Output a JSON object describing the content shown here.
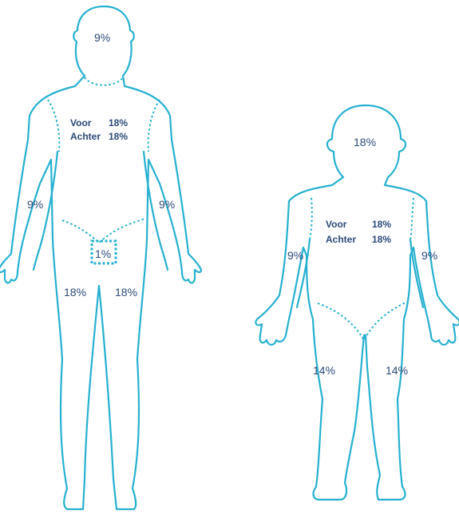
{
  "colors": {
    "outline": "#26b0d0",
    "text": "#2c4a7a",
    "background": "#ffffff"
  },
  "adult": {
    "head": "9%",
    "trunk_front_label": "Voor",
    "trunk_front_value": "18%",
    "trunk_back_label": "Achter",
    "trunk_back_value": "18%",
    "arm_left": "9%",
    "arm_right": "9%",
    "genitals": "1%",
    "leg_left": "18%",
    "leg_right": "18%"
  },
  "child": {
    "head": "18%",
    "trunk_front_label": "Voor",
    "trunk_front_value": "18%",
    "trunk_back_label": "Achter",
    "trunk_back_value": "18%",
    "arm_left": "9%",
    "arm_right": "9%",
    "leg_left": "14%",
    "leg_right": "14%"
  }
}
